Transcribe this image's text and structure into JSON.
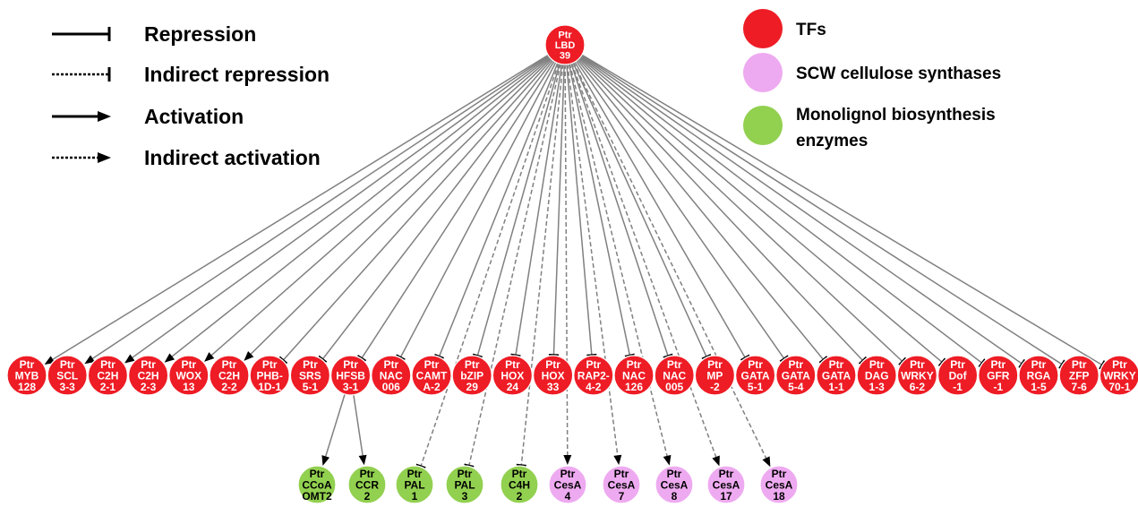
{
  "colors": {
    "tf": "#ee1c25",
    "cesa": "#eeaaf0",
    "monolignol": "#92d050",
    "edge": "#808080",
    "legend_line": "#000000"
  },
  "root": {
    "lines": [
      "Ptr",
      "LBD",
      "39"
    ]
  },
  "tf_nodes": [
    {
      "lines": [
        "Ptr",
        "MYB",
        "128"
      ],
      "edge": "activation"
    },
    {
      "lines": [
        "Ptr",
        "SCL",
        "3-3"
      ],
      "edge": "activation"
    },
    {
      "lines": [
        "Ptr",
        "C2H",
        "2-1"
      ],
      "edge": "activation"
    },
    {
      "lines": [
        "Ptr",
        "C2H",
        "2-3"
      ],
      "edge": "activation"
    },
    {
      "lines": [
        "Ptr",
        "WOX",
        "13"
      ],
      "edge": "activation"
    },
    {
      "lines": [
        "Ptr",
        "C2H",
        "2-2"
      ],
      "edge": "activation"
    },
    {
      "lines": [
        "Ptr",
        "PHB-",
        "1D-1"
      ],
      "edge": "repression"
    },
    {
      "lines": [
        "Ptr",
        "SRS",
        "5-1"
      ],
      "edge": "repression"
    },
    {
      "lines": [
        "Ptr",
        "HFSB",
        "3-1"
      ],
      "edge": "repression"
    },
    {
      "lines": [
        "Ptr",
        "NAC",
        "006"
      ],
      "edge": "repression"
    },
    {
      "lines": [
        "Ptr",
        "CAMT",
        "A-2"
      ],
      "edge": "repression"
    },
    {
      "lines": [
        "Ptr",
        "bZIP",
        "29"
      ],
      "edge": "repression"
    },
    {
      "lines": [
        "Ptr",
        "HOX",
        "24"
      ],
      "edge": "repression"
    },
    {
      "lines": [
        "Ptr",
        "HOX",
        "33"
      ],
      "edge": "repression"
    },
    {
      "lines": [
        "Ptr",
        "RAP2-",
        "4-2"
      ],
      "edge": "repression"
    },
    {
      "lines": [
        "Ptr",
        "NAC",
        "126"
      ],
      "edge": "repression"
    },
    {
      "lines": [
        "Ptr",
        "NAC",
        "005"
      ],
      "edge": "repression"
    },
    {
      "lines": [
        "Ptr",
        "MP",
        "-2"
      ],
      "edge": "repression"
    },
    {
      "lines": [
        "Ptr",
        "GATA",
        "5-1"
      ],
      "edge": "repression"
    },
    {
      "lines": [
        "Ptr",
        "GATA",
        "5-4"
      ],
      "edge": "repression"
    },
    {
      "lines": [
        "Ptr",
        "GATA",
        "1-1"
      ],
      "edge": "repression"
    },
    {
      "lines": [
        "Ptr",
        "DAG",
        "1-3"
      ],
      "edge": "repression"
    },
    {
      "lines": [
        "Ptr",
        "WRKY",
        "6-2"
      ],
      "edge": "repression"
    },
    {
      "lines": [
        "Ptr",
        "Dof",
        "-1"
      ],
      "edge": "repression"
    },
    {
      "lines": [
        "Ptr",
        "GFR",
        "-1"
      ],
      "edge": "repression"
    },
    {
      "lines": [
        "Ptr",
        "RGA",
        "1-5"
      ],
      "edge": "repression"
    },
    {
      "lines": [
        "Ptr",
        "ZFP",
        "7-6"
      ],
      "edge": "repression"
    },
    {
      "lines": [
        "Ptr",
        "WRKY",
        "70-1"
      ],
      "edge": "repression"
    }
  ],
  "target_nodes": [
    {
      "lines": [
        "Ptr",
        "CCoA",
        "OMT2"
      ],
      "kind": "monolignol",
      "from": "tf",
      "from_index": 8,
      "edge": "activation"
    },
    {
      "lines": [
        "Ptr",
        "CCR",
        "2"
      ],
      "kind": "monolignol",
      "from": "tf",
      "from_index": 8,
      "edge": "activation"
    },
    {
      "lines": [
        "Ptr",
        "PAL",
        "1"
      ],
      "kind": "monolignol",
      "from": "root",
      "edge": "indirect-repression"
    },
    {
      "lines": [
        "Ptr",
        "PAL",
        "3"
      ],
      "kind": "monolignol",
      "from": "root",
      "edge": "indirect-repression"
    },
    {
      "lines": [
        "Ptr",
        "C4H",
        "2"
      ],
      "kind": "monolignol",
      "from": "root",
      "edge": "indirect-repression"
    },
    {
      "lines": [
        "Ptr",
        "CesA",
        "4"
      ],
      "kind": "cesa",
      "from": "root",
      "edge": "indirect-activation"
    },
    {
      "lines": [
        "Ptr",
        "CesA",
        "7"
      ],
      "kind": "cesa",
      "from": "root",
      "edge": "indirect-activation"
    },
    {
      "lines": [
        "Ptr",
        "CesA",
        "8"
      ],
      "kind": "cesa",
      "from": "root",
      "edge": "indirect-activation"
    },
    {
      "lines": [
        "Ptr",
        "CesA",
        "17"
      ],
      "kind": "cesa",
      "from": "root",
      "edge": "indirect-activation"
    },
    {
      "lines": [
        "Ptr",
        "CesA",
        "18"
      ],
      "kind": "cesa",
      "from": "root",
      "edge": "indirect-activation"
    }
  ],
  "legend_edges": [
    {
      "label": "Repression",
      "style": "solid",
      "end": "bar"
    },
    {
      "label": "Indirect repression",
      "style": "dotted",
      "end": "bar"
    },
    {
      "label": "Activation",
      "style": "solid",
      "end": "arrow"
    },
    {
      "label": "Indirect activation",
      "style": "dotted",
      "end": "arrow"
    }
  ],
  "legend_nodes": [
    {
      "label_lines": [
        "TFs"
      ],
      "color": "#ee1c25"
    },
    {
      "label_lines": [
        "SCW cellulose synthases"
      ],
      "color": "#eeaaf0"
    },
    {
      "label_lines": [
        "Monolignol biosynthesis",
        "enzymes"
      ],
      "color": "#92d050"
    }
  ]
}
